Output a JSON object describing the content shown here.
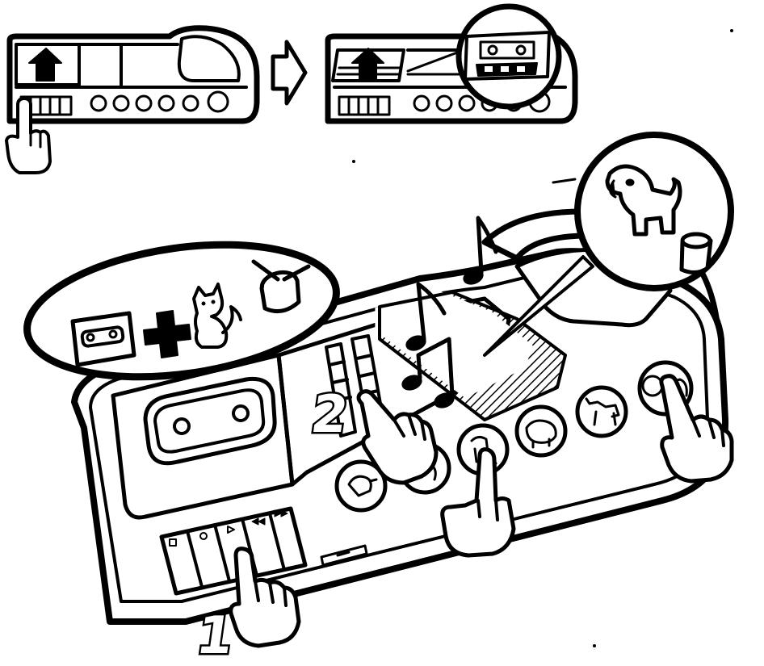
{
  "steps": {
    "step_1": "1",
    "step_2": "2"
  },
  "cassette_buttons": [
    "stop",
    "record",
    "play",
    "rewind",
    "fast-forward"
  ],
  "animal_buttons": [
    "bird",
    "cat",
    "dog",
    "pig",
    "goat",
    "lion"
  ],
  "equation_items": [
    "cassette",
    "cat",
    "drum"
  ],
  "zoom_bubble_items": [
    "dog",
    "drum"
  ],
  "colors": {
    "ink": "#000000",
    "paper": "#ffffff"
  }
}
